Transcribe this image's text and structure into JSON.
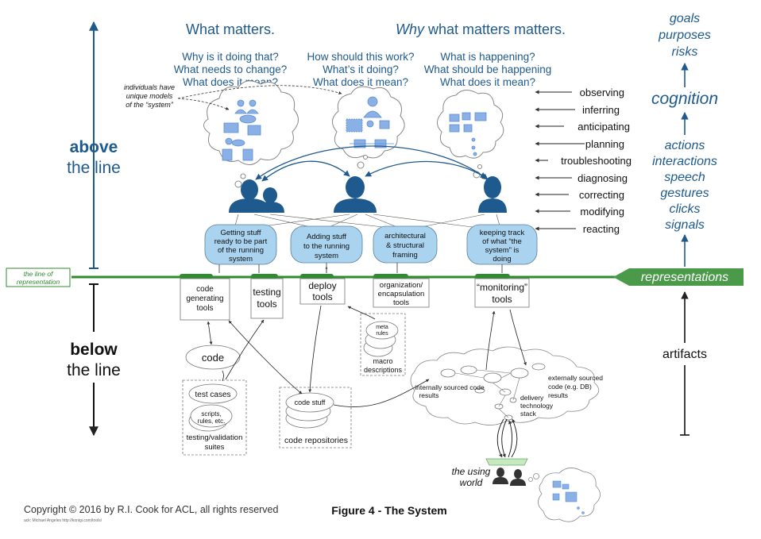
{
  "header": {
    "what_matters": "What matters.",
    "why_em": "Why",
    "why_rest": " what matters matters.",
    "q_left": [
      "Why is it doing that?",
      "What needs to change?",
      "What does it mean?"
    ],
    "q_mid": [
      "How should this work?",
      "What’s it doing?",
      "What does it mean?"
    ],
    "q_right": [
      "What is happening?",
      "What should be happening",
      "What does it mean?"
    ]
  },
  "left_labels": {
    "above_bold": "above",
    "above_rest": "the line",
    "below_bold": "below",
    "below_rest": "the line"
  },
  "models_note": [
    "individuals have",
    "unique models",
    "of the “system”"
  ],
  "activities": [
    "observing",
    "inferring",
    "anticipating",
    "planning",
    "troubleshooting",
    "diagnosing",
    "correcting",
    "modifying",
    "reacting"
  ],
  "right_column": {
    "top": [
      "goals",
      "purposes",
      "risks"
    ],
    "cognition": "cognition",
    "actions": [
      "actions",
      "interactions",
      "speech",
      "gestures",
      "clicks",
      "signals"
    ],
    "representations": "representations",
    "artifacts": "artifacts"
  },
  "line_label": [
    "the line of",
    "representation"
  ],
  "tasks": [
    [
      "Getting stuff",
      "ready to be part",
      "of the running",
      "system"
    ],
    [
      "Adding stuff",
      "to the running",
      "system"
    ],
    [
      "architectural",
      "& structural",
      "framing"
    ],
    [
      "keeping track",
      "of what “the",
      "system” is",
      "doing"
    ]
  ],
  "tools": [
    [
      "code",
      "generating",
      "tools"
    ],
    [
      "testing",
      "tools"
    ],
    [
      "deploy",
      "tools"
    ],
    [
      "organization/",
      "encapsulation",
      "tools"
    ],
    [
      "“monitoring”",
      "tools"
    ]
  ],
  "below": {
    "code": "code",
    "test_cases": "test cases",
    "scripts": [
      "scripts,",
      "rules, etc."
    ],
    "suites": [
      "testing/validation",
      "suites"
    ],
    "code_stuff": "code stuff",
    "repos": "code repositories",
    "meta": [
      "meta",
      "rules"
    ],
    "macro": [
      "macro",
      "descriptions"
    ],
    "internal": [
      "internally sourced code",
      "results"
    ],
    "external": [
      "externally sourced",
      "code (e.g. DB)",
      "results"
    ],
    "delivery": [
      "delivery",
      "technology",
      "stack"
    ],
    "using_world": [
      "the using",
      "world"
    ]
  },
  "footer": {
    "copyright": "Copyright © 2016 by R.I. Cook for ACL, all rights reserved",
    "ack": "ack: Michael Angeles http://konigi.com/tools/",
    "figure": "Figure 4 - The System"
  },
  "colors": {
    "dark_blue": "#1f5a8e",
    "light_blue": "#a9d3ef",
    "green": "#2e8b2e",
    "icon_blue": "#5b8fd0"
  }
}
